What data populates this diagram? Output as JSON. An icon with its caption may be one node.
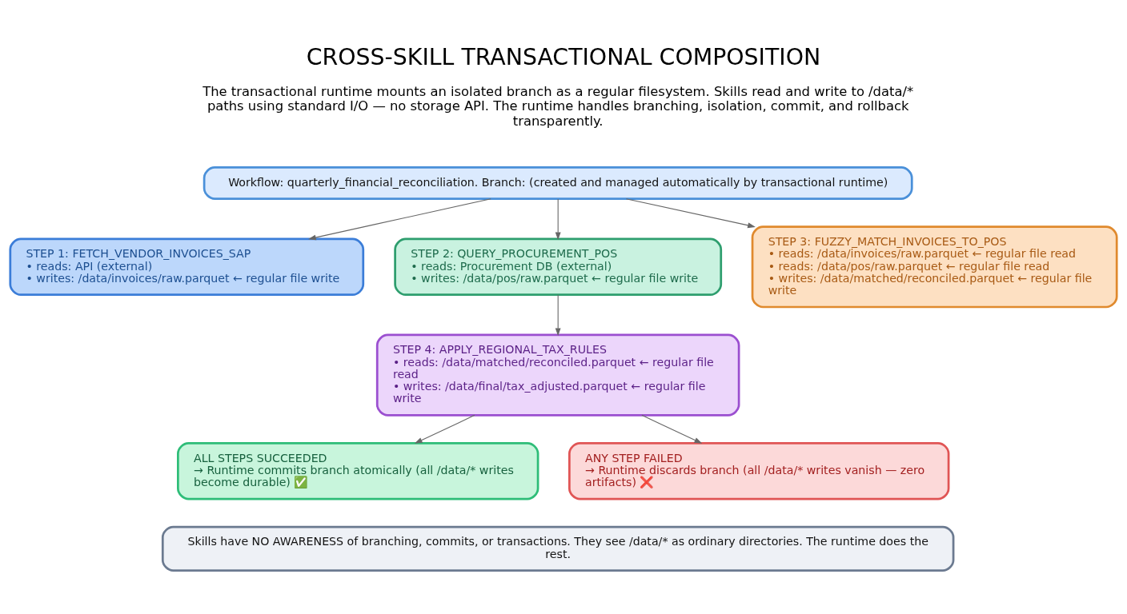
{
  "diagram": {
    "title": "CROSS-SKILL TRANSACTIONAL COMPOSITION",
    "nodes": [
      {
        "text": [
          "Workflow: quarterly_financial_reconciliation. Branch: (created and managed automatically by transactional runtime)"
        ]
      },
      {
        "text": [
          "STEP 1: FETCH_VENDOR_INVOICES_SAP",
          "• reads: API (external)",
          "• writes: /data/invoices/raw.parquet ← regular file write"
        ]
      },
      {
        "text": [
          "STEP 2: QUERY_PROCUREMENT_POS",
          "• reads: Procurement DB (external)",
          "• writes: /data/pos/raw.parquet ← regular file write"
        ]
      },
      {
        "text": [
          "STEP 3: FUZZY_MATCH_INVOICES_TO_POS",
          "• reads: /data/invoices/raw.parquet ← regular file read",
          "• reads: /data/pos/raw.parquet ← regular file read",
          "• writes: /data/matched/reconciled.parquet ← regular file write"
        ]
      },
      {
        "text": [
          "STEP 4: APPLY_REGIONAL_TAX_RULES",
          "• reads: /data/matched/reconciled.parquet ← regular file read",
          "• writes: /data/final/tax_adjusted.parquet ← regular file write"
        ]
      },
      {
        "text": [
          "ALL STEPS SUCCEEDED",
          "→ Runtime commits branch atomically (all /data/* writes become durable) ✅"
        ]
      },
      {
        "text": [
          "ANY STEP FAILED",
          "→ Runtime discards branch (all /data/* writes vanish — zero artifacts) ❌"
        ]
      },
      {
        "text": [
          "Skills have NO AWARENESS of branching, commits, or transactions. They see /data/* as ordinary directories. The runtime does the rest."
        ]
      }
    ],
    "edges": [
      {
        "from": 0,
        "to": 1,
        "arrow": "to"
      },
      {
        "from": 0,
        "to": 2,
        "arrow": "to"
      },
      {
        "from": 0,
        "to": 3,
        "arrow": "to"
      },
      {
        "from": 2,
        "to": 4,
        "arrow": "to"
      },
      {
        "from": 4,
        "to": 5,
        "arrow": "to"
      },
      {
        "from": 4,
        "to": 6,
        "arrow": "to"
      }
    ],
    "labels": [
      "The transactional runtime mounts an isolated branch as a regular filesystem. Skills read and write to /data/* paths using standard I/O — no storage API. The runtime handles branching, isolation, commit, and rollback transparently."
    ]
  }
}
